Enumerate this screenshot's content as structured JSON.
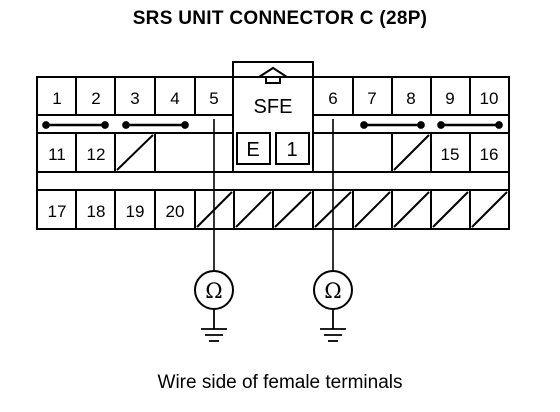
{
  "title": "SRS UNIT CONNECTOR C (28P)",
  "caption": "Wire side of female terminals",
  "connector": {
    "label": "SFE",
    "code_left": "E",
    "code_right": "1",
    "row1_left": [
      "1",
      "2",
      "3",
      "4",
      "5"
    ],
    "row1_right": [
      "6",
      "7",
      "8",
      "9",
      "10"
    ],
    "row2": [
      "11",
      "12",
      "15",
      "16"
    ],
    "row3": [
      "17",
      "18",
      "19",
      "20"
    ]
  },
  "meters": [
    {
      "symbol": "Ω",
      "connected_terminal": "5"
    },
    {
      "symbol": "Ω",
      "connected_terminal": "6"
    }
  ],
  "icons": [
    "up-arrow-icon",
    "ohmmeter-icon",
    "ground-icon"
  ]
}
